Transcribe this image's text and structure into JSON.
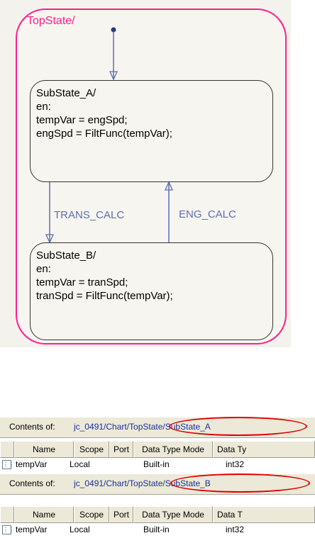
{
  "diagram": {
    "top_state": {
      "label": "TopState/"
    },
    "substate_a": {
      "lines": [
        "SubState_A/",
        "en:",
        "tempVar = engSpd;",
        "engSpd = FiltFunc(tempVar);"
      ]
    },
    "substate_b": {
      "lines": [
        "SubState_B/",
        "en:",
        "tempVar = tranSpd;",
        "tranSpd = FiltFunc(tempVar);"
      ]
    },
    "transitions": {
      "trans_calc": "TRANS_CALC",
      "eng_calc": "ENG_CALC"
    }
  },
  "explorer_a": {
    "contents_label": "Contents of:",
    "path": "jc_0491/Chart/TopState/SubState_A",
    "columns": [
      "Name",
      "Scope",
      "Port",
      "Data Type Mode",
      "Data Ty"
    ],
    "row": {
      "name": "tempVar",
      "scope": "Local",
      "mode": "Built-in",
      "type": "int32"
    }
  },
  "explorer_b": {
    "contents_label": "Contents of:",
    "path": "jc_0491/Chart/TopState/SubState_B",
    "columns": [
      "Name",
      "Scope",
      "Port",
      "Data Type Mode",
      "Data T"
    ],
    "row": {
      "name": "tempVar",
      "scope": "Local",
      "mode": "Built-in",
      "type": "int32"
    }
  },
  "colors": {
    "top_state_border": "#ff1e8c",
    "transition": "#5c6fb0",
    "highlight": "#e00000"
  }
}
